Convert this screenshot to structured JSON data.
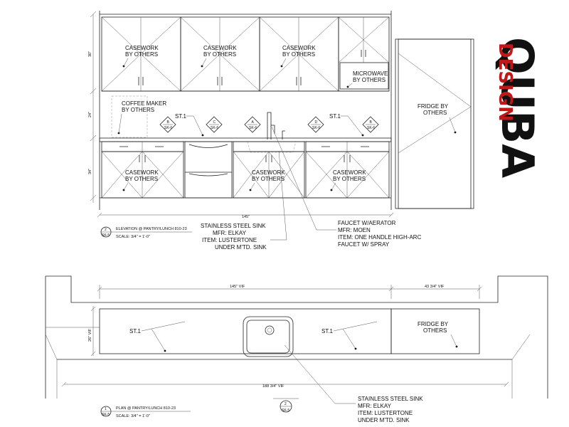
{
  "logo": {
    "primary": "QUBA",
    "secondary": "DESIGN",
    "primary_color": "#111111",
    "accent_color": "#c01818"
  },
  "elevation": {
    "casework_upper": [
      "CASEWORK",
      "BY OTHERS"
    ],
    "microwave": [
      "MICROWAVE",
      "BY OTHERS"
    ],
    "coffee_maker": [
      "COFFEE MAKER",
      "BY OTHERS"
    ],
    "fridge": [
      "FRIDGE BY",
      "OTHERS"
    ],
    "casework_lower": [
      "CASEWORK",
      "BY OTHERS"
    ],
    "st_tag": "ST.1",
    "tag_sheet": "SK-6",
    "tags": [
      "B",
      "C",
      "A",
      "D",
      "B"
    ],
    "dims_vertical": [
      "30\"",
      "24\"",
      "34\""
    ],
    "width_dim": "145\"",
    "sink_note": [
      "STAINLESS STEEL SINK",
      "MFR: ELKAY",
      "ITEM: LUSTERTONE",
      "UNDER M'TD. SINK"
    ],
    "faucet_note": [
      "FAUCET W/AERATOR",
      "MFR: MOEN",
      "ITEM: ONE HANDLE HIGH-ARC",
      "FAUCET W/ SPRAY"
    ],
    "title": {
      "number": "2",
      "sheet": "SK-5",
      "name": "ELEVATION @ PANTRY/LUNCH 810-23",
      "scale": "SCALE: 3/4\" = 1'-0\""
    }
  },
  "plan": {
    "dim_top_left": "145\" VIF",
    "dim_top_right": "43 3/4\" VIF",
    "dim_depth": "26\" VIF",
    "dim_bottom": "188 3/4\" VIF",
    "st_tag": "ST.1",
    "fridge": [
      "FRIDGE BY",
      "OTHERS"
    ],
    "sink_note": [
      "STAINLESS STEEL SINK",
      "MFR: ELKAY",
      "ITEM: LUSTERTONE",
      "UNDER M'TD. SINK"
    ],
    "section_mark": {
      "number": "2",
      "sheet": "SK-5"
    },
    "title": {
      "number": "1",
      "sheet": "SK-5",
      "name": "PLAN @ PANTRY/LUNCH 810-23",
      "scale": "SCALE: 3/4\" = 1'-0\""
    }
  }
}
